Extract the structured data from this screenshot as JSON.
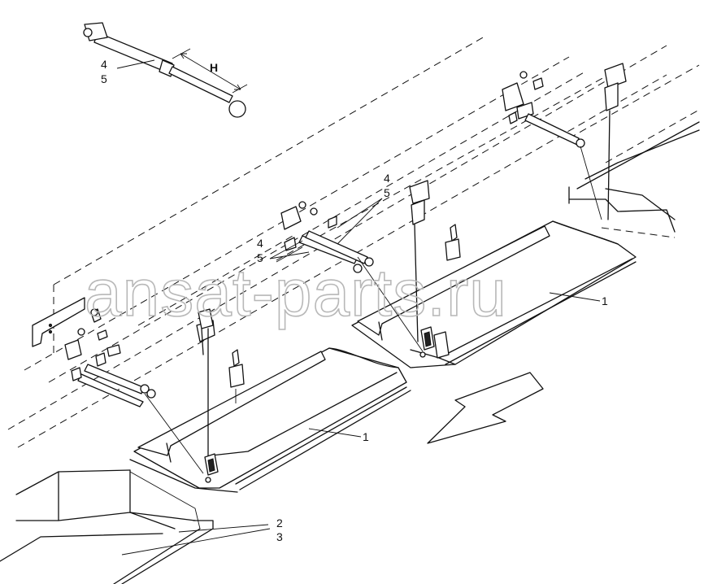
{
  "watermark": "ansat-parts.ru",
  "dimension_label": "H",
  "callouts": {
    "strut_top": [
      "4",
      "5"
    ],
    "strut_mid_upper": [
      "4",
      "5"
    ],
    "strut_mid_lower": [
      "4",
      "5"
    ],
    "box_front": "1",
    "box_rear": "1",
    "base": [
      "2",
      "3"
    ]
  }
}
